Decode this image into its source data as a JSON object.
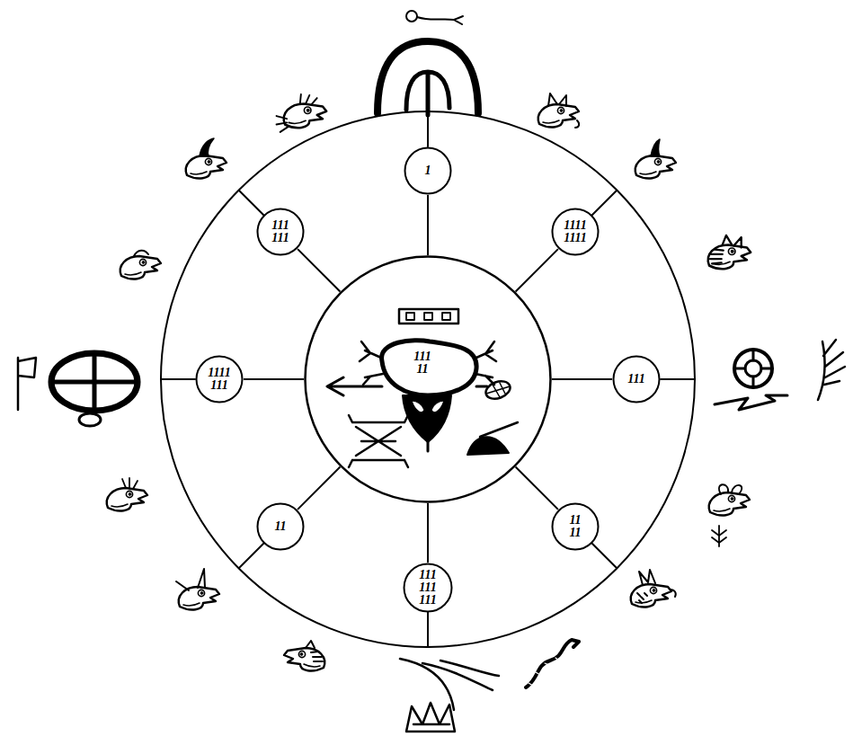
{
  "diagram": {
    "nodes": [
      {
        "text": [
          "1"
        ]
      },
      {
        "text": [
          "1111 1111"
        ]
      },
      {
        "text": [
          "111"
        ]
      },
      {
        "text": [
          "11 11"
        ]
      },
      {
        "text": [
          "111 111 111"
        ]
      },
      {
        "text": [
          "11"
        ]
      },
      {
        "text": [
          "1111 111"
        ]
      },
      {
        "text": [
          "111 111"
        ]
      },
      {
        "text": [
          "111 11"
        ]
      }
    ],
    "edges": [
      {
        "from": 8,
        "to": 0,
        "arrow": "none"
      },
      {
        "from": 8,
        "to": 1,
        "arrow": "none"
      },
      {
        "from": 8,
        "to": 2,
        "arrow": "none"
      },
      {
        "from": 8,
        "to": 3,
        "arrow": "none"
      },
      {
        "from": 8,
        "to": 4,
        "arrow": "none"
      },
      {
        "from": 8,
        "to": 5,
        "arrow": "none"
      },
      {
        "from": 8,
        "to": 6,
        "arrow": "none"
      },
      {
        "from": 8,
        "to": 7,
        "arrow": "none"
      }
    ]
  }
}
